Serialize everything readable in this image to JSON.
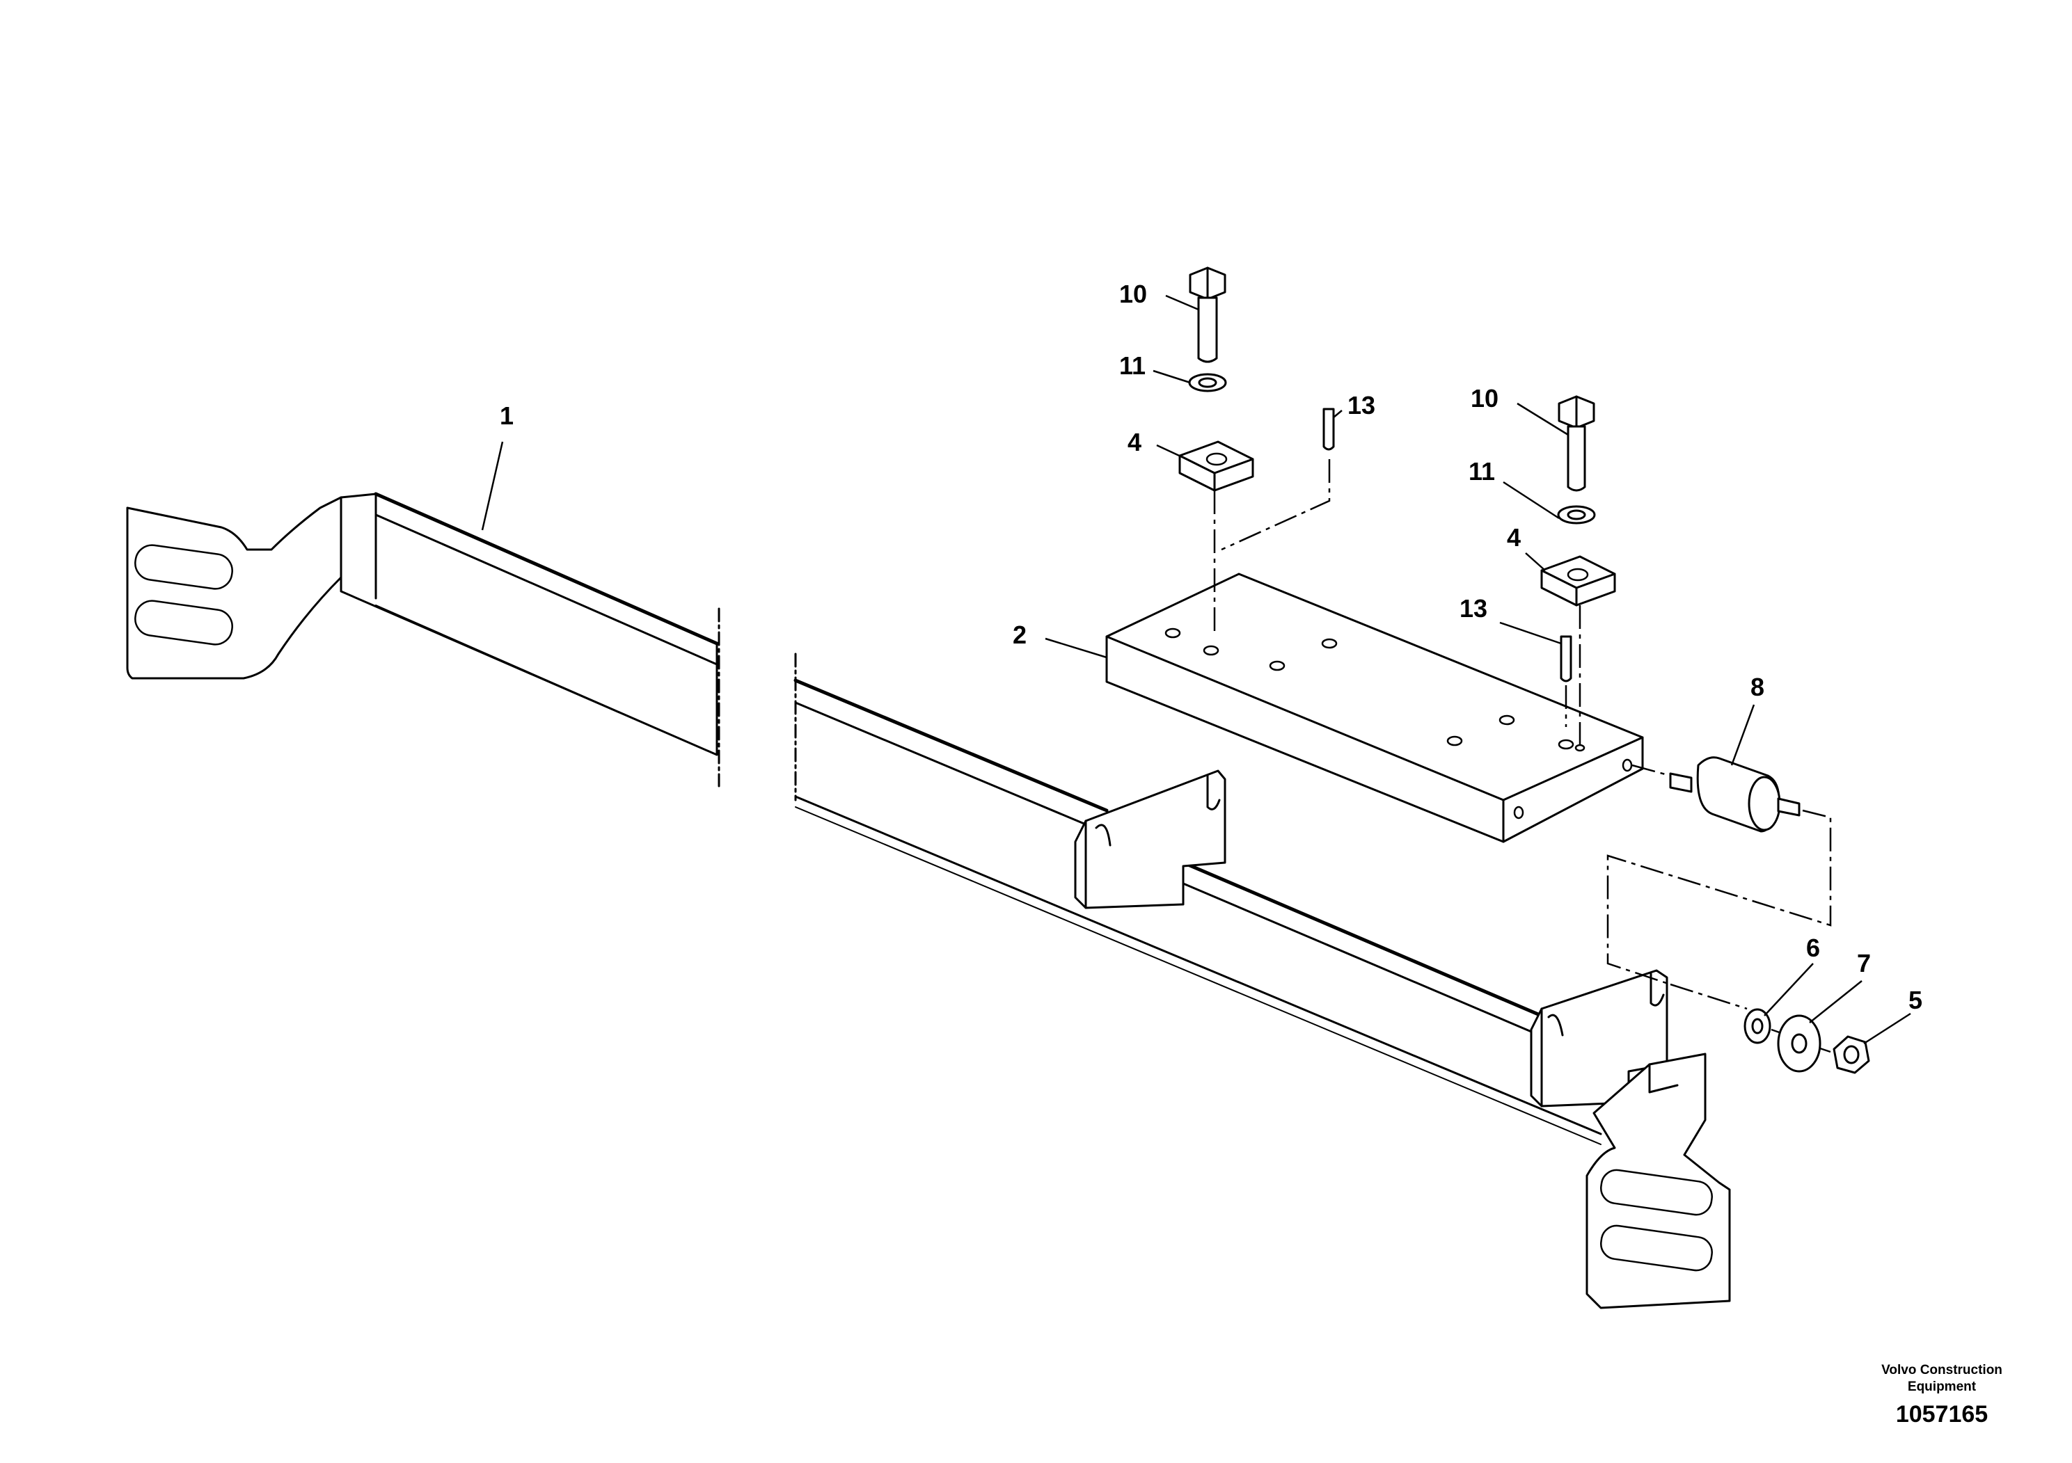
{
  "callouts": {
    "c1": "1",
    "c2": "2",
    "c4a": "4",
    "c4b": "4",
    "c5": "5",
    "c6": "6",
    "c7": "7",
    "c8": "8",
    "c10a": "10",
    "c10b": "10",
    "c11a": "11",
    "c11b": "11",
    "c13a": "13",
    "c13b": "13"
  },
  "footer": {
    "company_line1": "Volvo Construction",
    "company_line2": "Equipment",
    "document_number": "1057165"
  }
}
